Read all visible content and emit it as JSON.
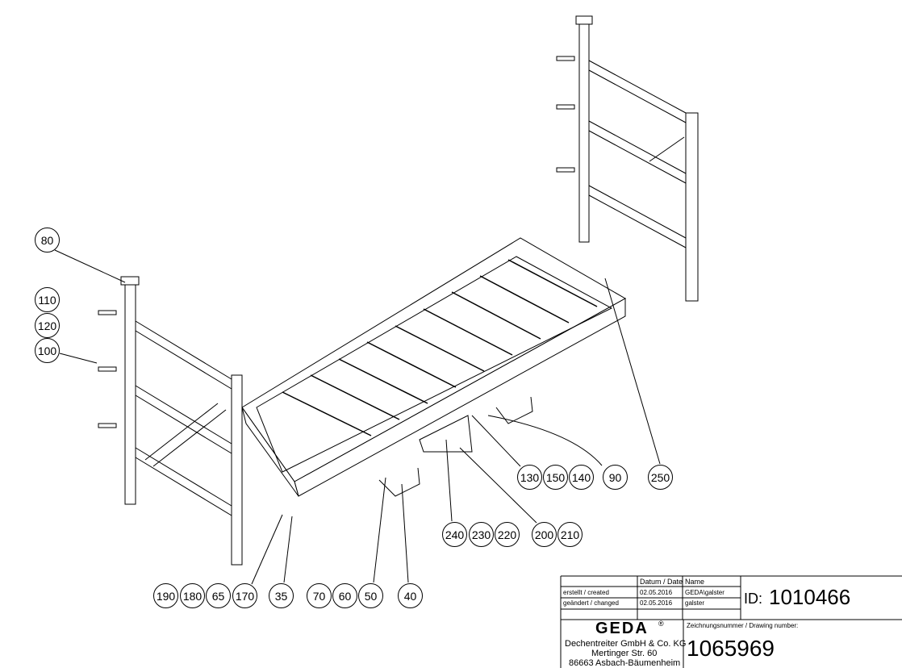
{
  "balloons": {
    "b80": "80",
    "b110": "110",
    "b120": "120",
    "b100": "100",
    "b130": "130",
    "b150": "150",
    "b140": "140",
    "b90": "90",
    "b250": "250",
    "b240": "240",
    "b230": "230",
    "b220": "220",
    "b200": "200",
    "b210": "210",
    "b190": "190",
    "b180": "180",
    "b65": "65",
    "b170": "170",
    "b35": "35",
    "b70": "70",
    "b60": "60",
    "b50": "50",
    "b40": "40"
  },
  "title_block": {
    "date_header": "Datum / Date",
    "name_header": "Name",
    "created_label": "erstellt / created",
    "created_date": "02.05.2016",
    "created_name": "GEDA\\galster",
    "changed_label": "geändert / changed",
    "changed_date": "02.05.2016",
    "changed_name": "galster",
    "id_label": "ID:",
    "id_value": "1010466",
    "logo": "GEDA",
    "registered": "®",
    "company": "Dechentreiter GmbH & Co. KG",
    "street": "Mertinger Str. 60",
    "city": "86663 Asbach-Bäumenheim",
    "drawing_number_label": "Zeichnungsnummer / Drawing number:",
    "drawing_number": "1065969"
  }
}
